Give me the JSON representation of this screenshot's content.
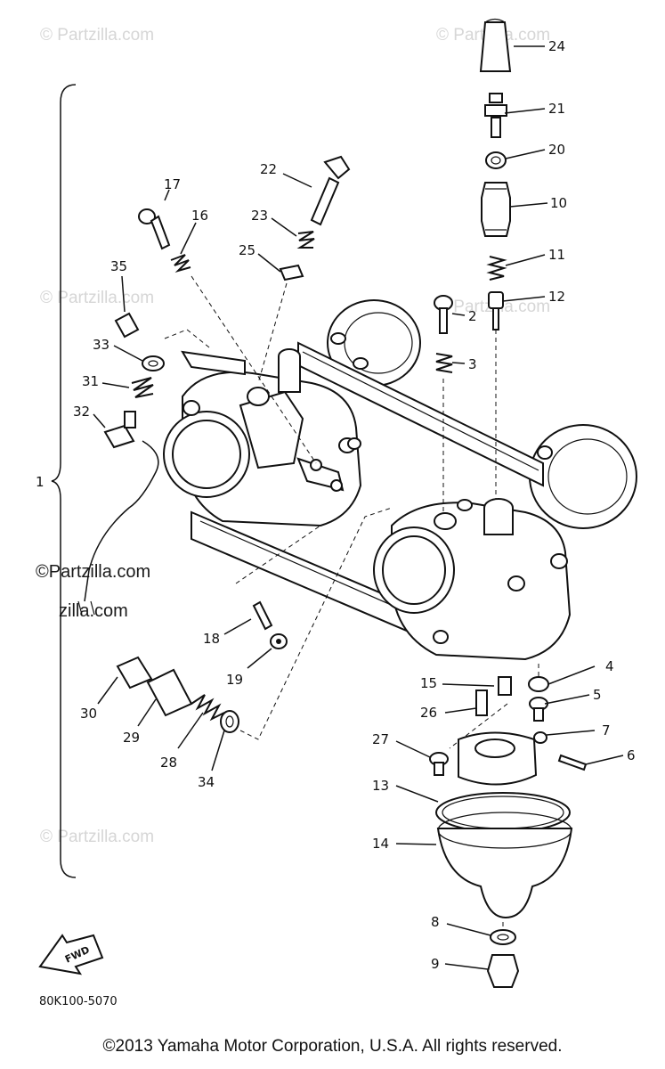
{
  "watermark": {
    "text": "© Partzilla.com",
    "text_lower": "©Partzilla.com"
  },
  "diagram_code": "80K100-5070",
  "fwd_label": "FWD",
  "copyright": "©2013 Yamaha Motor Corporation, U.S.A. All rights reserved.",
  "callouts": [
    "24",
    "21",
    "20",
    "10",
    "11",
    "12",
    "22",
    "17",
    "16",
    "23",
    "25",
    "35",
    "33",
    "31",
    "32",
    "1",
    "2",
    "3",
    "18",
    "19",
    "30",
    "29",
    "28",
    "34",
    "4",
    "5",
    "15",
    "26",
    "27",
    "7",
    "6",
    "13",
    "14",
    "8",
    "9"
  ]
}
